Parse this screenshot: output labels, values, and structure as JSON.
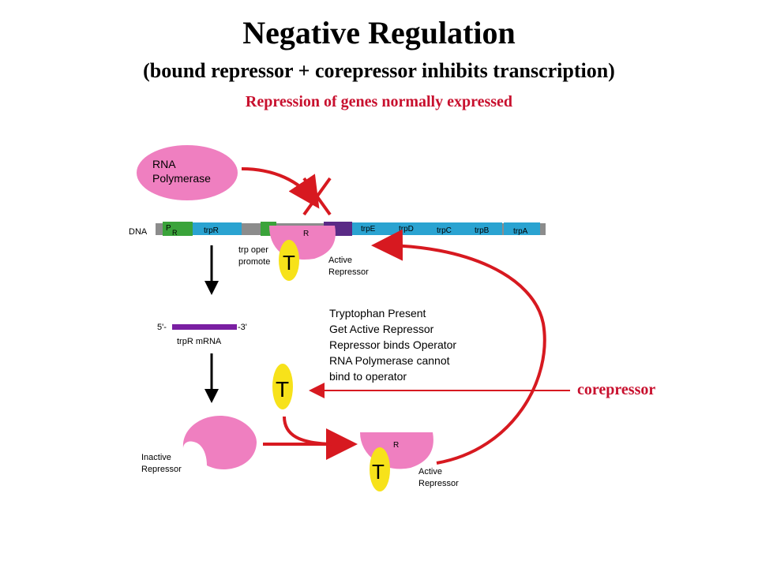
{
  "heading": {
    "title": "Negative Regulation",
    "subtitle": "(bound repressor + corepressor inhibits transcription)",
    "tagline": "Repression of genes normally expressed"
  },
  "labels": {
    "rna_pol_line1": "RNA",
    "rna_pol_line2": "Polymerase",
    "dna": "DNA",
    "promoter_p": "P",
    "promoter_r": "R",
    "trpR": "trpR",
    "trpE": "trpE",
    "trpD": "trpD",
    "trpC": "trpC",
    "trpB": "trpB",
    "trpA": "trpA",
    "bound_R": "R",
    "bound_T": "T",
    "operator_line1": "trp oper",
    "operator_line2": "promote",
    "active_rep_line1": "Active",
    "active_rep_line2": "Repressor",
    "mrna_5": "5'-",
    "mrna_3": "-3'",
    "mrna_label": "trpR mRNA",
    "free_T": "T",
    "inactive_line1": "Inactive",
    "inactive_line2": "Repressor",
    "bottom_R": "R",
    "bottom_T": "T",
    "bottom_active_line1": "Active",
    "bottom_active_line2": "Repressor",
    "corepressor": "corepressor"
  },
  "explanation": [
    "Tryptophan Present",
    "Get Active Repressor",
    "Repressor binds Operator",
    "RNA Polymerase cannot",
    "bind to operator"
  ],
  "colors": {
    "red": "#d71920",
    "pink": "#ef7fc0",
    "yellow": "#f7e21a",
    "gene_blue": "#2aa3d1",
    "promoter_green": "#3aa33a",
    "operator_purple": "#5a2a86",
    "dna_gray": "#8c8c8c",
    "title_red": "#c8102e"
  }
}
